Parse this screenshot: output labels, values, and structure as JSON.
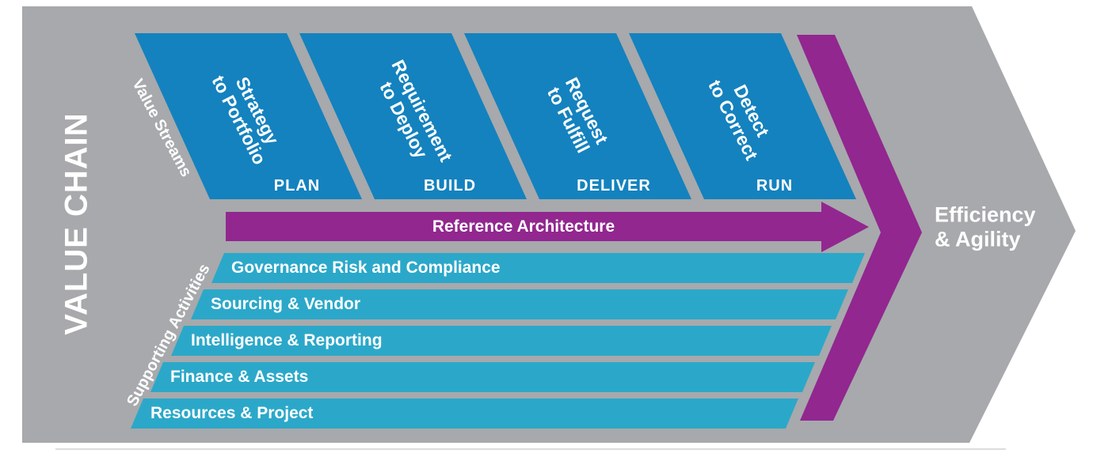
{
  "colors": {
    "background": "#ffffff",
    "gray": "#A7A9AC",
    "blue": "#1482BE",
    "teal": "#2BA8C9",
    "purple": "#92278F",
    "text": "#FFFFFF"
  },
  "value_chain": {
    "title": "VALUE CHAIN",
    "outcome_label": "Efficiency\n& Agility"
  },
  "value_streams": {
    "label": "Value Streams",
    "stages": [
      {
        "title": "Strategy\nto Portfolio",
        "phase": "PLAN"
      },
      {
        "title": "Requirement\nto Deploy",
        "phase": "BUILD"
      },
      {
        "title": "Request\nto Fulfill",
        "phase": "DELIVER"
      },
      {
        "title": "Detect\nto Correct",
        "phase": "RUN"
      }
    ]
  },
  "reference_architecture": {
    "label": "Reference Architecture"
  },
  "supporting_activities": {
    "label": "Supporting Activities",
    "items": [
      "Governance Risk and Compliance",
      "Sourcing & Vendor",
      "Intelligence & Reporting",
      "Finance & Assets",
      "Resources & Project"
    ]
  }
}
